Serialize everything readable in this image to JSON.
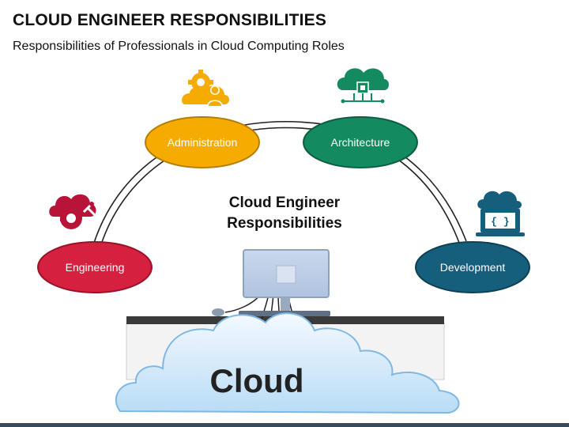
{
  "header": {
    "title": "CLOUD ENGINEER RESPONSIBILITIES",
    "subtitle": "Responsibilities of Professionals in Cloud Computing Roles"
  },
  "center": {
    "line1": "Cloud Engineer",
    "line2": "Responsibilities"
  },
  "nodes": [
    {
      "label": "Engineering",
      "color": "#d6203f",
      "icon": "gear-wrench-cloud-icon"
    },
    {
      "label": "Administration",
      "color": "#f5ab00",
      "icon": "gear-user-cloud-icon"
    },
    {
      "label": "Architecture",
      "color": "#138a5f",
      "icon": "chip-network-cloud-icon"
    },
    {
      "label": "Development",
      "color": "#155e7c",
      "icon": "code-laptop-cloud-icon"
    }
  ],
  "cloud": {
    "label": "Cloud"
  }
}
